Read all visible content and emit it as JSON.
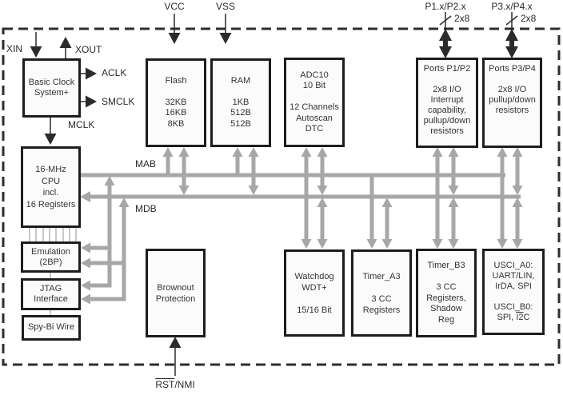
{
  "labels": {
    "vcc": "VCC",
    "vss": "VSS",
    "p12": "P1.x/P2.x",
    "p34": "P3.x/P4.x",
    "p12_width": "2x8",
    "p34_width": "2x8",
    "xin": "XIN",
    "xout": "XOUT",
    "aclk": "ACLK",
    "smclk": "SMCLK",
    "mclk": "MCLK",
    "mab": "MAB",
    "mdb": "MDB",
    "rst": "RST",
    "nmi": "/NMI"
  },
  "blocks": {
    "basic_clock": "Basic Clock\nSystem+",
    "cpu": "16-MHz\nCPU\nincl.\n16 Registers",
    "emulation": "Emulation\n(2BP)",
    "jtag": "JTAG\nInterface",
    "spy_bi_wire": "Spy-Bi Wire",
    "flash": "Flash\n\n32KB\n16KB\n8KB",
    "ram": "RAM\n\n1KB\n512B\n512B",
    "adc": "ADC10\n10 Bit\n\n12 Channels\nAutoscan\nDTC",
    "ports12": "Ports P1/P2\n\n2x8 I/O\nInterrupt\ncapability,\npullup/down\nresistors",
    "ports34": "Ports P3/P4\n\n2x8 I/O\npullup/down\nresistors",
    "brownout": "Brownout\nProtection",
    "watchdog": "Watchdog\nWDT+\n\n15/16 Bit",
    "timer_a3": "Timer_A3\n\n3 CC\nRegisters",
    "timer_b3": "Timer_B3\n\n3 CC\nRegisters,\nShadow\nReg",
    "usci": {
      "l1": "USCI_A0:",
      "l2": "UART/LIN,",
      "l3": "IrDA, SPI",
      "l4": "USCI_B0:",
      "l5a": "SPI, ",
      "l5b": "I2",
      "l5c": "C"
    }
  },
  "colors": {
    "bus_gray": "#a7a7a7",
    "box_border": "#1d1d1d",
    "box_fill": "#fbfbfb",
    "signal_black": "#2b2b2b",
    "text": "#343434"
  }
}
